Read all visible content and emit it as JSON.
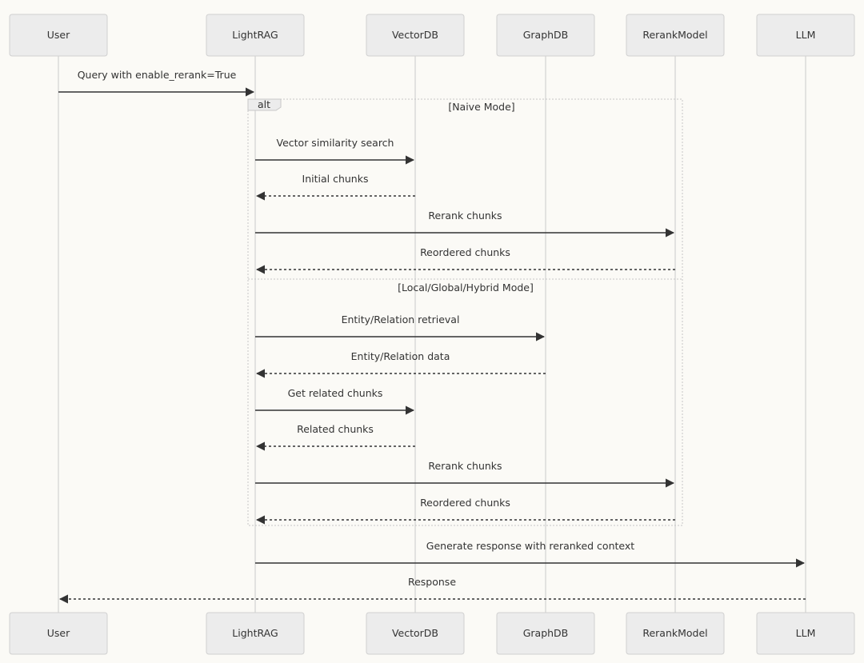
{
  "actors": [
    {
      "id": "user",
      "label": "User"
    },
    {
      "id": "lightrag",
      "label": "LightRAG"
    },
    {
      "id": "vectordb",
      "label": "VectorDB"
    },
    {
      "id": "graphdb",
      "label": "GraphDB"
    },
    {
      "id": "rerankmodel",
      "label": "RerankModel"
    },
    {
      "id": "llm",
      "label": "LLM"
    }
  ],
  "fragment": {
    "type_label": "alt",
    "sections": [
      {
        "condition": "[Naive Mode]"
      },
      {
        "condition": "[Local/Global/Hybrid Mode]"
      }
    ]
  },
  "messages": [
    {
      "from": "user",
      "to": "lightrag",
      "label": "Query with enable_rerank=True",
      "style": "solid"
    },
    {
      "from": "lightrag",
      "to": "vectordb",
      "label": "Vector similarity search",
      "style": "solid"
    },
    {
      "from": "vectordb",
      "to": "lightrag",
      "label": "Initial chunks",
      "style": "dashed"
    },
    {
      "from": "lightrag",
      "to": "rerankmodel",
      "label": "Rerank chunks",
      "style": "solid"
    },
    {
      "from": "rerankmodel",
      "to": "lightrag",
      "label": "Reordered chunks",
      "style": "dashed"
    },
    {
      "from": "lightrag",
      "to": "graphdb",
      "label": "Entity/Relation retrieval",
      "style": "solid"
    },
    {
      "from": "graphdb",
      "to": "lightrag",
      "label": "Entity/Relation data",
      "style": "dashed"
    },
    {
      "from": "lightrag",
      "to": "vectordb",
      "label": "Get related chunks",
      "style": "solid"
    },
    {
      "from": "vectordb",
      "to": "lightrag",
      "label": "Related chunks",
      "style": "dashed"
    },
    {
      "from": "lightrag",
      "to": "rerankmodel",
      "label": "Rerank chunks",
      "style": "solid"
    },
    {
      "from": "rerankmodel",
      "to": "lightrag",
      "label": "Reordered chunks",
      "style": "dashed"
    },
    {
      "from": "lightrag",
      "to": "llm",
      "label": "Generate response with reranked context",
      "style": "solid"
    },
    {
      "from": "llm",
      "to": "user",
      "label": "Response",
      "style": "dashed"
    }
  ]
}
